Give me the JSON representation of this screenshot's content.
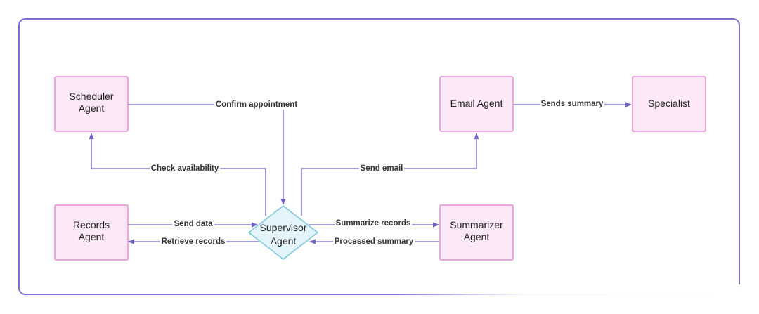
{
  "nodes": {
    "scheduler": [
      "Scheduler",
      "Agent"
    ],
    "records": [
      "Records",
      "Agent"
    ],
    "supervisor": [
      "Supervisor",
      "Agent"
    ],
    "email": [
      "Email Agent"
    ],
    "summarizer": [
      "Summarizer",
      "Agent"
    ],
    "specialist": [
      "Specialist"
    ]
  },
  "edges": {
    "confirm_appointment": "Confirm appointment",
    "check_availability": "Check availability",
    "send_data": "Send data",
    "retrieve_records": "Retrieve records",
    "send_email": "Send email",
    "sends_summary": "Sends summary",
    "summarize_records": "Summarize records",
    "processed_summary": "Processed summary"
  },
  "colors": {
    "node_fill": "#fde8f7",
    "node_stroke": "#e58bd6",
    "decision_fill": "#e3f4fb",
    "decision_stroke": "#7cc5df",
    "edge": "#6c63c7",
    "frame": "#7b6fd1"
  }
}
